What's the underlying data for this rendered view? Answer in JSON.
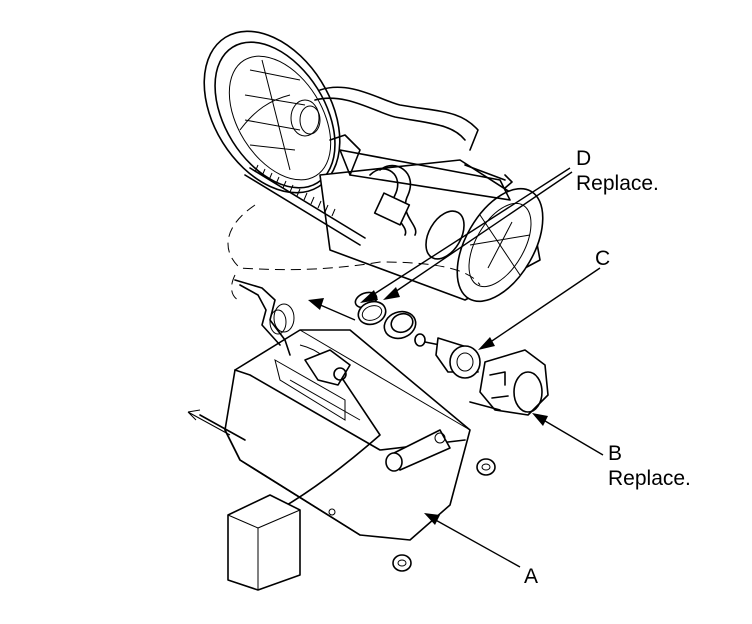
{
  "callouts": {
    "a": {
      "letter": "A"
    },
    "b": {
      "letter": "B",
      "note": "Replace."
    },
    "c": {
      "letter": "C"
    },
    "d": {
      "letter": "D",
      "note": "Replace."
    }
  },
  "components": {
    "fuel_pump_assembly": "fuel-pump-module-icon",
    "fuel_gauge_sending_unit": "sending-unit-icon",
    "strainer_filter": "strainer-icon",
    "o_rings": "o-ring-icon",
    "retainer_clips": "clip-icon"
  }
}
